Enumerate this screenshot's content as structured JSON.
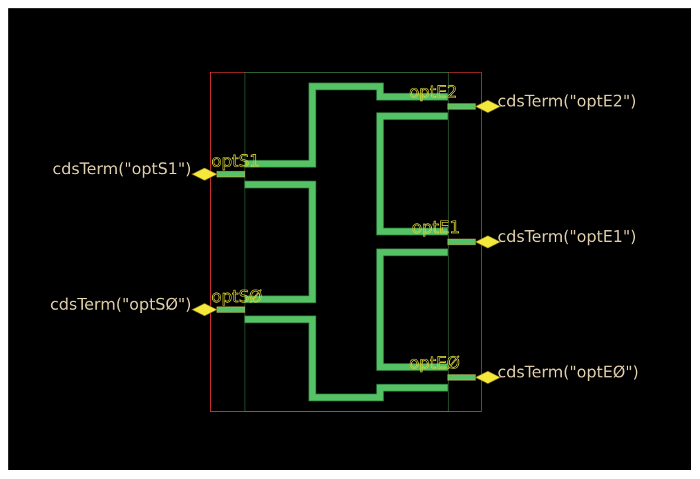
{
  "view": {
    "title": "Optical layout view",
    "colors": {
      "background": "#000000",
      "frame": "#ffffff",
      "waveguide": "#55c265",
      "boundary_outer": "#d03030",
      "boundary_inner": "#3f8a4a",
      "pin_marker": "#f4e83a",
      "term_label": "#d9c9a6",
      "pin_label": "#d8d23a"
    }
  },
  "pins": [
    {
      "name": "optS1",
      "term": "cdsTerm(\"optS1\")",
      "side": "left"
    },
    {
      "name": "optSØ",
      "term": "cdsTerm(\"optSØ\")",
      "side": "left"
    },
    {
      "name": "optE2",
      "term": "cdsTerm(\"optE2\")",
      "side": "right"
    },
    {
      "name": "optE1",
      "term": "cdsTerm(\"optE1\")",
      "side": "right"
    },
    {
      "name": "optEØ",
      "term": "cdsTerm(\"optEØ\")",
      "side": "right"
    }
  ]
}
